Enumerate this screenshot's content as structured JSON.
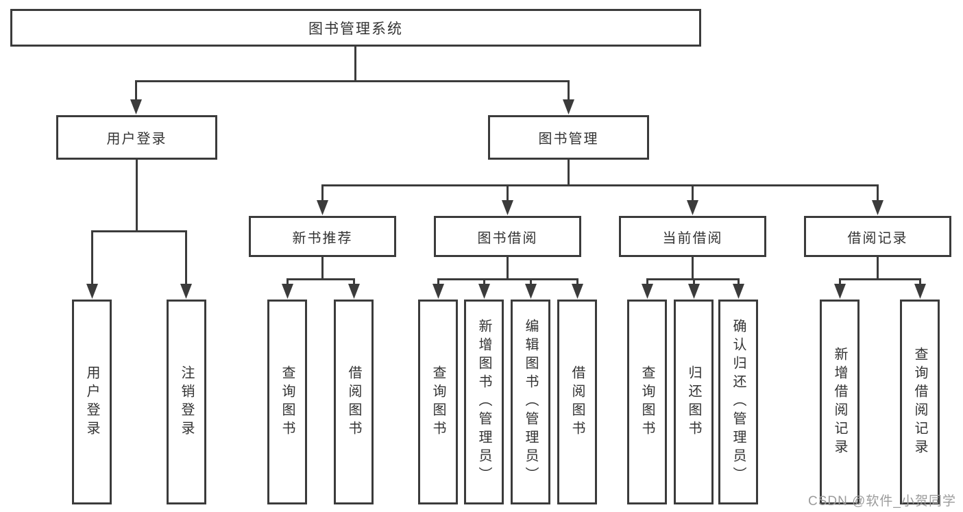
{
  "diagram": {
    "title": "图书管理系统",
    "branches": {
      "user_login": {
        "label": "用户登录",
        "children": {
          "login": "用户登录",
          "logout": "注销登录"
        }
      },
      "book_mgmt": {
        "label": "图书管理",
        "sections": {
          "new_books": {
            "label": "新书推荐",
            "children": {
              "query": "查询图书",
              "borrow": "借阅图书"
            }
          },
          "book_borrow": {
            "label": "图书借阅",
            "children": {
              "query": "查询图书",
              "add": "新增图书（管理员）",
              "edit": "编辑图书（管理员）",
              "borrow": "借阅图书"
            }
          },
          "current_borrow": {
            "label": "当前借阅",
            "children": {
              "query": "查询图书",
              "return": "归还图书",
              "confirm": "确认归还（管理员）"
            }
          },
          "borrow_records": {
            "label": "借阅记录",
            "children": {
              "add": "新增借阅记录",
              "query": "查询借阅记录"
            }
          }
        }
      }
    }
  },
  "watermark": "CSDN @软件_小贺同学",
  "colors": {
    "line": "#3b3b3b",
    "text": "#333333",
    "box_background": "#ffffff",
    "watermark": "#9b9b9b"
  }
}
